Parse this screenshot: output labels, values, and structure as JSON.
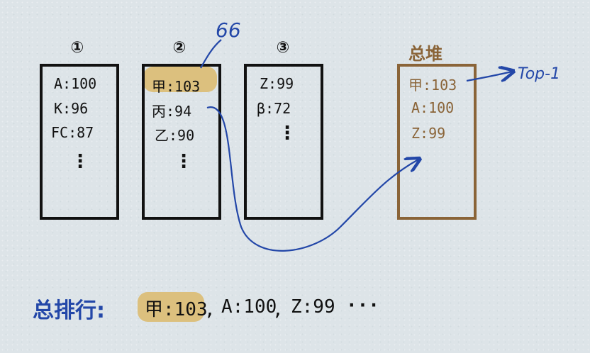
{
  "lists": [
    {
      "number": "①",
      "entries": [
        "A:100",
        "K:96",
        "FC:87"
      ],
      "more": "⋮"
    },
    {
      "number": "②",
      "entries": [
        "甲:103",
        "丙:94",
        "乙:90"
      ],
      "more": "⋮",
      "annotation": "66"
    },
    {
      "number": "③",
      "entries": [
        "Z:99",
        "β:72"
      ],
      "more": "⋮"
    }
  ],
  "heap": {
    "title": "总堆",
    "entries": [
      "甲:103",
      "A:100",
      "Z:99"
    ],
    "top_label": "Top-1"
  },
  "ranking": {
    "label": "总排行:",
    "items": [
      "甲:103",
      "A:100",
      "Z:99"
    ],
    "ellipsis": "···"
  },
  "colors": {
    "highlight": "#dcc07e",
    "heap": "#8a6438",
    "arrow": "#2347a8",
    "ink": "#111111"
  }
}
